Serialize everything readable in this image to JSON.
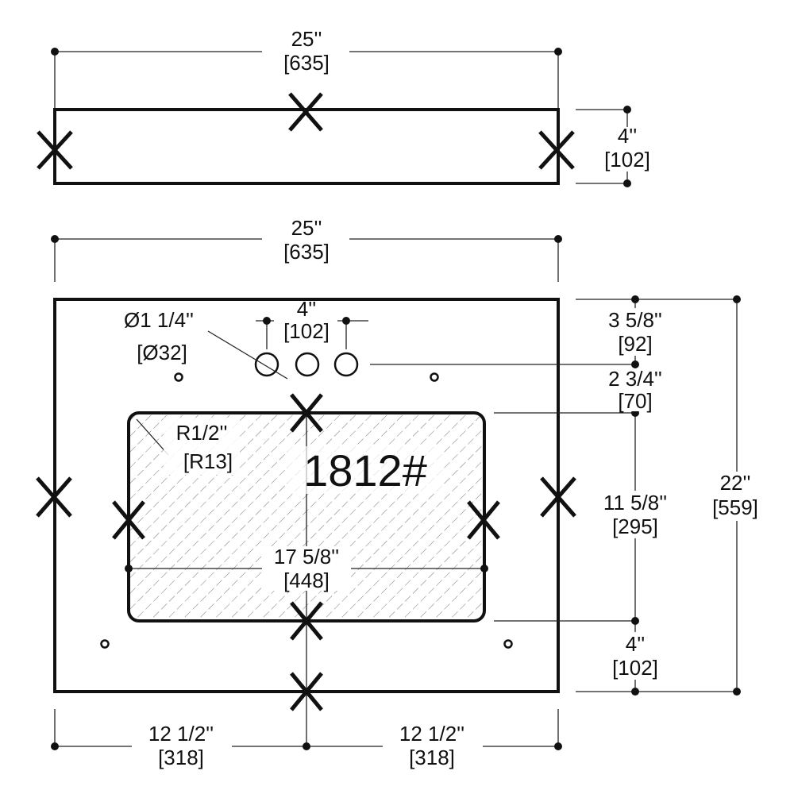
{
  "backsplash": {
    "width_in": "25''",
    "width_mm": "[635]",
    "height_in": "4''",
    "height_mm": "[102]"
  },
  "top": {
    "width_in": "25''",
    "width_mm": "[635]",
    "depth_in": "22''",
    "depth_mm": "[559]",
    "faucet_spread_in": "4''",
    "faucet_spread_mm": "[102]",
    "hole_diameter_in": "Ø1 1/4''",
    "hole_diameter_mm": "[Ø32]",
    "back_to_holes_in": "3 5/8''",
    "back_to_holes_mm": "[92]",
    "holes_to_bowl_in": "2 3/4''",
    "holes_to_bowl_mm": "[70]",
    "bowl_depth_in": "11 5/8''",
    "bowl_depth_mm": "[295]",
    "bowl_to_front_in": "4''",
    "bowl_to_front_mm": "[102]",
    "bowl_width_in": "17 5/8''",
    "bowl_width_mm": "[448]",
    "corner_radius_in": "R1/2''",
    "corner_radius_mm": "[R13]",
    "left_half_in": "12 1/2''",
    "left_half_mm": "[318]",
    "right_half_in": "12 1/2''",
    "right_half_mm": "[318]",
    "model": "1812#"
  }
}
